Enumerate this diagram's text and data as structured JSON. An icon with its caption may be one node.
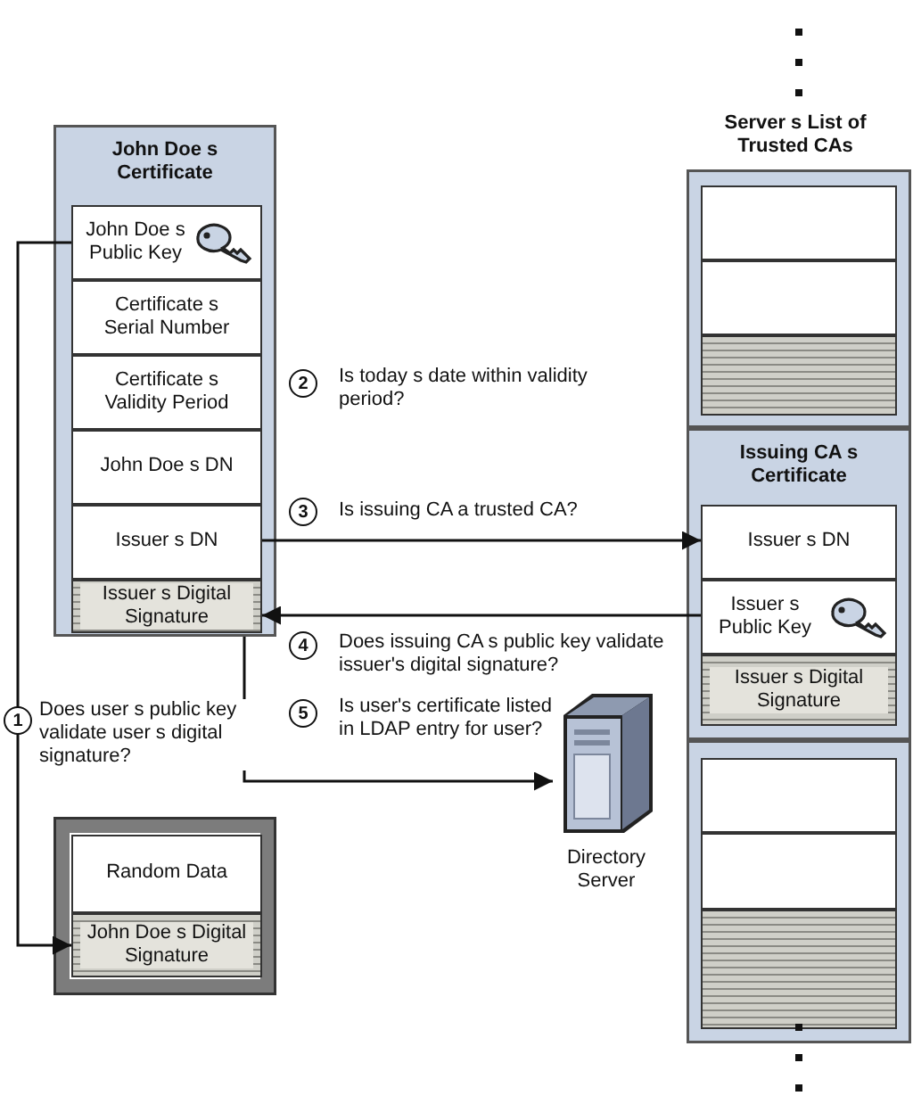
{
  "diagram": {
    "nodes": [
      {
        "text": [
          "John Doe s Certificate"
        ]
      },
      {
        "text": [
          "John Doe s Public Key"
        ],
        "in": 0
      },
      {
        "text": [
          "Certificate s Serial Number"
        ],
        "in": 0
      },
      {
        "text": [
          "Certificate s Validity Period"
        ],
        "in": 0
      },
      {
        "text": [
          "John Doe s DN"
        ],
        "in": 0
      },
      {
        "text": [
          "Issuer s DN"
        ],
        "in": 0
      },
      {
        "text": [
          "Issuer s Digital Signature"
        ],
        "in": 0
      },
      {
        "text": [
          "Server s List of Trusted CAs"
        ]
      },
      {
        "text": [],
        "shape": "box",
        "in": 7
      },
      {
        "text": [],
        "shape": "box",
        "in": 8
      },
      {
        "text": [],
        "shape": "box",
        "in": 8
      },
      {
        "text": [],
        "shape": "bar",
        "in": 8
      },
      {
        "text": [
          "Issuing CA s Certificate"
        ],
        "in": 7
      },
      {
        "text": [
          "Issuer s DN"
        ],
        "in": 12
      },
      {
        "text": [
          "Issuer s Public Key"
        ],
        "in": 12
      },
      {
        "text": [
          "Issuer s Digital Signature"
        ],
        "in": 12
      },
      {
        "text": [],
        "shape": "box",
        "in": 7
      },
      {
        "text": [],
        "shape": "box",
        "in": 16
      },
      {
        "text": [],
        "shape": "box",
        "in": 16
      },
      {
        "text": [],
        "shape": "bar",
        "in": 16
      },
      {
        "text": [],
        "shape": "box"
      },
      {
        "text": [
          "Random Data"
        ],
        "in": 20
      },
      {
        "text": [
          "John Doe s Digital Signature"
        ],
        "in": 20
      },
      {
        "text": [
          "Directory Server"
        ]
      }
    ],
    "edges": [
      {
        "from": 1,
        "to": 22,
        "arrow": "to",
        "label": "Does user s public key validate user s digital signature?"
      },
      {
        "from": 5,
        "to": 13,
        "arrow": "to",
        "label": "Is issuing CA a trusted CA?"
      },
      {
        "from": 14,
        "to": 6,
        "arrow": "to",
        "label": "Does issuing CA s public key validate issuer's digital signature?"
      },
      {
        "from": 0,
        "to": 23,
        "arrow": "to",
        "label": "Is user's certificate listed in LDAP entry for user?"
      }
    ],
    "labels": [
      "2",
      "Is today s date within validity period?",
      "3",
      "4",
      "1",
      "5"
    ]
  }
}
